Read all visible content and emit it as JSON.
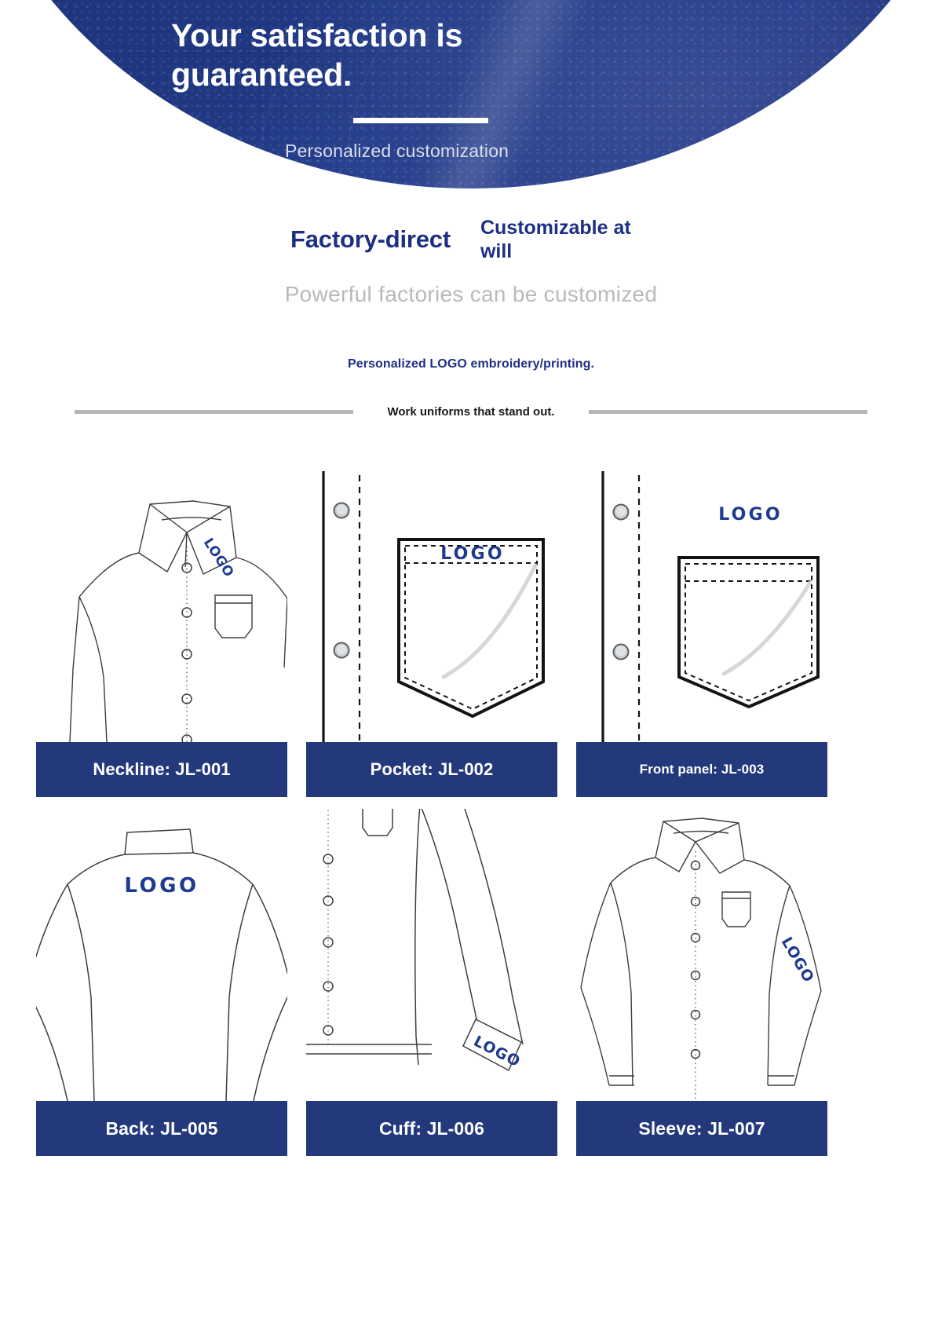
{
  "hero": {
    "title": "Your satisfaction is guaranteed.",
    "subtitle": "Personalized customization",
    "bg_color": "#2a4493"
  },
  "mid": {
    "heading_left": "Factory-direct",
    "heading_right": "Customizable at will",
    "subtext": "Powerful factories can be customized",
    "accent_color": "#1c2f84"
  },
  "tagline": "Personalized LOGO embroidery/printing.",
  "divider": {
    "text": "Work uniforms that stand out.",
    "line_color": "#b6b6b6"
  },
  "logo_text": "LOGO",
  "label_bg_color": "#23397c",
  "cards": [
    {
      "label": "Neckline: JL-001",
      "art": "neckline"
    },
    {
      "label": "Pocket: JL-002",
      "art": "pocket"
    },
    {
      "label": "Front panel: JL-003",
      "art": "front-panel"
    },
    {
      "label": "Back: JL-005",
      "art": "back"
    },
    {
      "label": "Cuff: JL-006",
      "art": "cuff"
    },
    {
      "label": "Sleeve: JL-007",
      "art": "sleeve"
    }
  ]
}
